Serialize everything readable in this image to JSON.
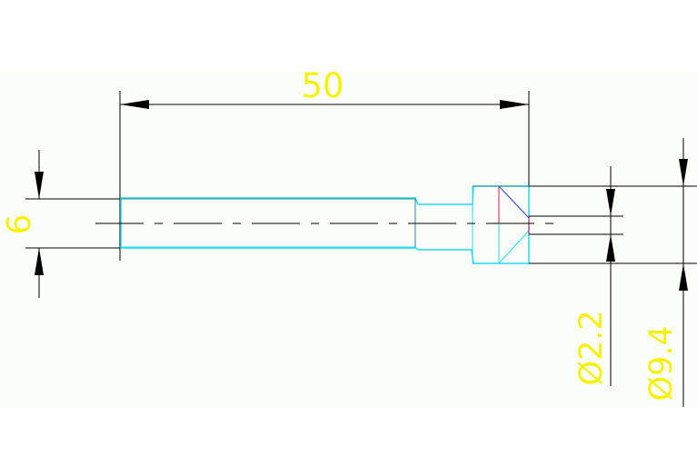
{
  "drawing": {
    "dimensions": {
      "length": "50",
      "shank_height": "6",
      "hole_diameter": "Ø2.2",
      "head_diameter": "Ø9.4"
    },
    "colors": {
      "background": "#fbfdf8",
      "dimension_lines": "#000000",
      "dimension_text": "#f4f20a",
      "part_outline": "#26d9ee",
      "part_outline_dark": "#1f8d8d",
      "centerline": "#000000",
      "chamfer_line": "#2f3bd6",
      "chamfer_edge": "#e0184b"
    }
  }
}
